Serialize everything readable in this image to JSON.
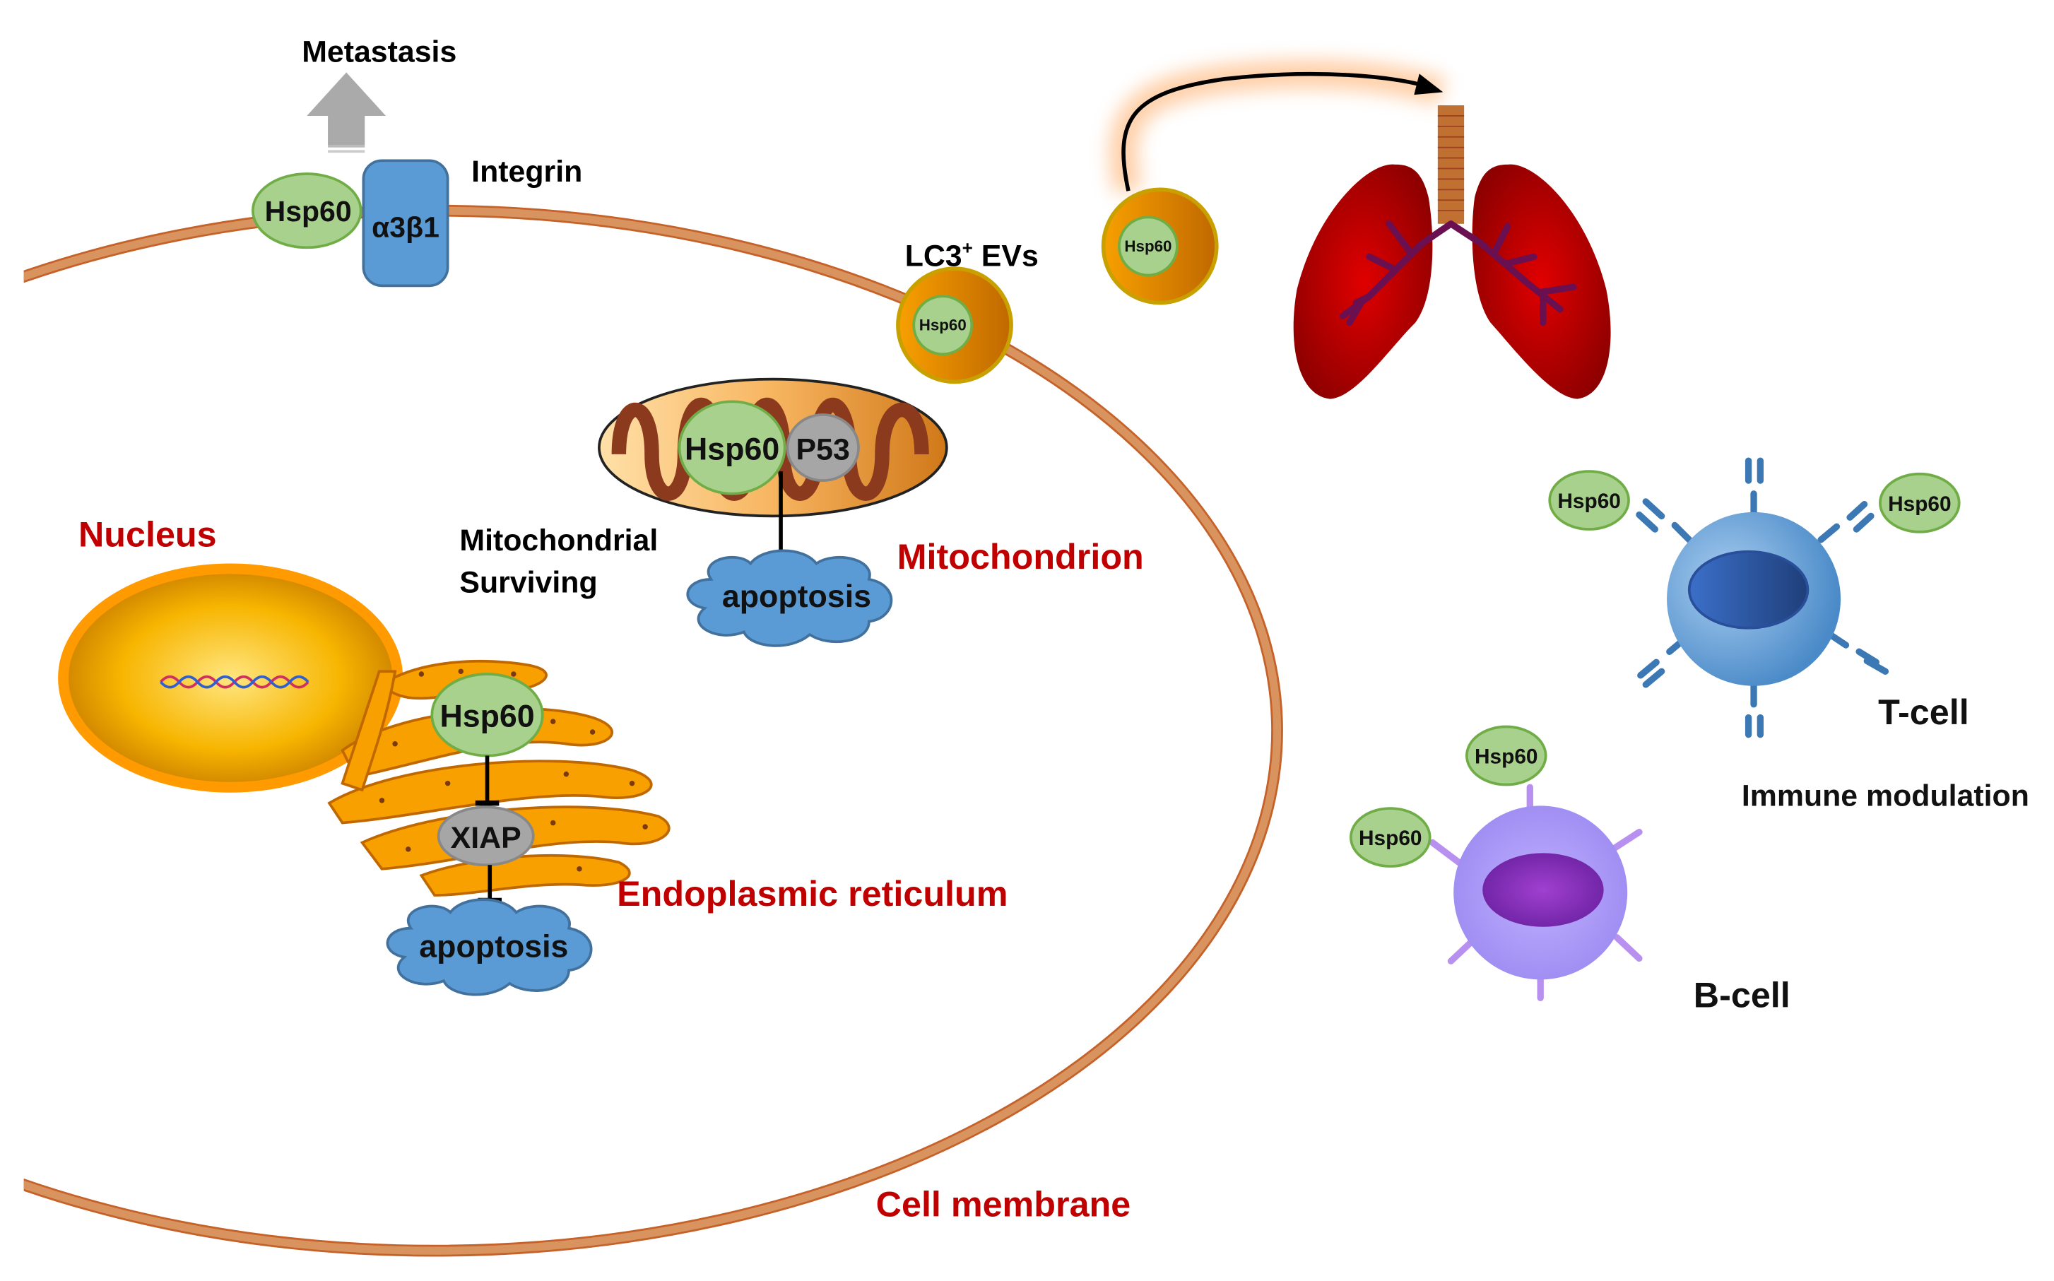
{
  "labels": {
    "metastasis": "Metastasis",
    "integrin": "Integrin",
    "integrin_subunit": "α3β1",
    "lc3_evs_prefix": "LC3",
    "lc3_evs_sup": "+",
    "lc3_evs_suffix": " EVs",
    "nucleus": "Nucleus",
    "mito_surviving_line1": "Mitochondrial",
    "mito_surviving_line2": "Surviving",
    "mitochondrion": "Mitochondrion",
    "endoplasmic_reticulum": "Endoplasmic reticulum",
    "cell_membrane": "Cell membrane",
    "t_cell": "T-cell",
    "b_cell": "B-cell",
    "immune_modulation": "Immune modulation"
  },
  "proteins": {
    "hsp60": "Hsp60",
    "p53": "P53",
    "xiap": "XIAP",
    "apoptosis": "apoptosis"
  },
  "colors": {
    "hsp60_fill": "#a9d18e",
    "integrin_fill": "#5b9bd5",
    "membrane": "#c98050",
    "label_red": "#c00000",
    "ev_orange": "#f29200"
  }
}
